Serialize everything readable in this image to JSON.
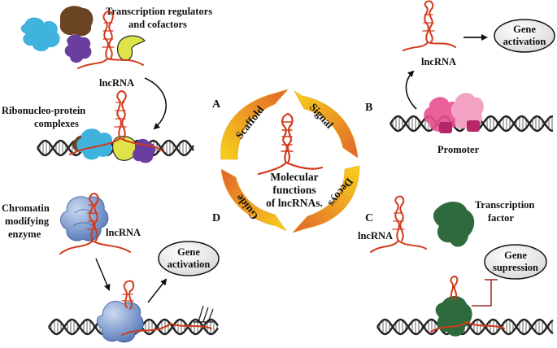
{
  "colors": {
    "rna": "#d23a1c",
    "dna": "#222222",
    "arc_light": "#f7d21b",
    "arc_dark": "#e2642b",
    "cofactor_cyan": "#3fb2dd",
    "cofactor_brown": "#6a4423",
    "cofactor_purple": "#6a3e9e",
    "cofactor_yellow": "#dfe34a",
    "enzyme_blue": "#7f9fd2",
    "promoter_pink": "#e8508f",
    "tf_green": "#2e6a3b"
  },
  "center": {
    "title_line1": "Molecular",
    "title_line2": "functions",
    "title_line3": "of lncRNAs."
  },
  "arcs": {
    "scaffold": "Scaffold",
    "signal": "Signal",
    "decoys": "Decoys",
    "guide": "Guide"
  },
  "panels": {
    "a": "A",
    "b": "B",
    "c": "C",
    "d": "D"
  },
  "scaffold_panel": {
    "regulators_line1": "Transcription regulators",
    "regulators_line2": "and cofactors",
    "lncrna_label": "lncRNA",
    "rnp_line1": "Ribonucleo-protein",
    "rnp_line2": "complexes"
  },
  "signal_panel": {
    "lncrna_label": "lncRNA",
    "gene_line1": "Gene",
    "gene_line2": "activation",
    "promoter_label": "Promoter"
  },
  "guide_panel": {
    "enzyme_line1": "Chromatin",
    "enzyme_line2": "modifying",
    "enzyme_line3": "enzyme",
    "lncrna_label": "lncRNA",
    "gene_line1": "Gene",
    "gene_line2": "activation"
  },
  "decoy_panel": {
    "tf_line1": "Transcription",
    "tf_line2": "factor",
    "lncrna_label": "lncRNA",
    "gene_line1": "Gene",
    "gene_line2": "supression"
  }
}
